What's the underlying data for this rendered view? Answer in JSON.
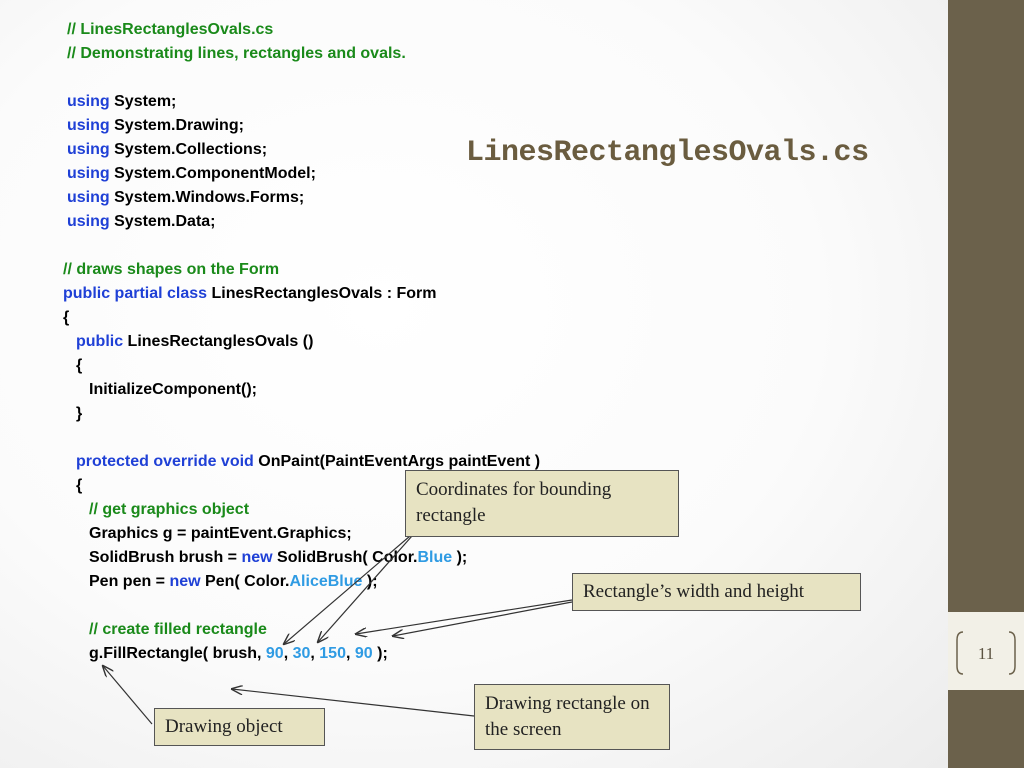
{
  "slide": {
    "title": "LinesRectanglesOvals.cs",
    "page_number": "11"
  },
  "code": {
    "l1": "// LinesRectanglesOvals.cs",
    "l2": "// Demonstrating lines, rectangles and ovals.",
    "using_kw": "using",
    "u1": " System;",
    "u2": " System.Drawing;",
    "u3": " System.Collections;",
    "u4": " System.ComponentModel;",
    "u5": " System.Windows.Forms;",
    "u6": " System.Data;",
    "c3": "// draws shapes on the Form",
    "class_kw": "public partial class",
    "class_rest": " LinesRectanglesOvals : Form",
    "brace_open": "{",
    "ctor_kw": "public",
    "ctor_rest": " LinesRectanglesOvals ()",
    "ctor_open": "{",
    "init": "InitializeComponent();",
    "ctor_close": "}",
    "paint_kw": "protected override void",
    "paint_rest": " OnPaint(PaintEventArgs paintEvent )",
    "paint_open": "{",
    "c4": "// get graphics object",
    "graphics": "Graphics g = paintEvent.Graphics;",
    "brush_a": "SolidBrush brush = ",
    "new_kw": "new",
    "brush_b": " SolidBrush( Color.",
    "brush_color": "Blue",
    "brush_c": " );",
    "pen_a": "Pen pen = ",
    "pen_b": " Pen( Color.",
    "pen_color": "AliceBlue",
    "pen_c": " );",
    "c5": "// create filled rectangle",
    "fill_a": "g.FillRectangle( brush, ",
    "v1": "90",
    "v2": "30",
    "v3": "150",
    "v4": "90",
    "comma": ", ",
    "fill_end": " );"
  },
  "callouts": {
    "coords": "Coordinates for bounding rectangle",
    "size": "Rectangle’s width and height",
    "drawing_object": "Drawing object",
    "drawing_rect": "Drawing rectangle on the screen"
  },
  "colors": {
    "keyword": "#1f40d6",
    "comment": "#1a8a1a",
    "literal": "#2f9be3",
    "sidebar": "#6b614b",
    "callout_bg": "#e7e3c2"
  }
}
